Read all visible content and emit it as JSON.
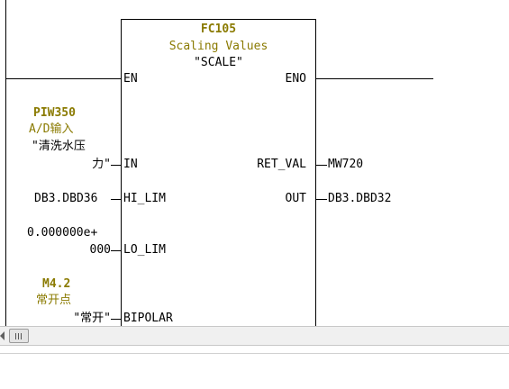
{
  "block": {
    "number": "FC105",
    "title": "Scaling Values",
    "symbol": "\"SCALE\""
  },
  "pins": {
    "en": "EN",
    "eno": "ENO",
    "in": "IN",
    "hi_lim": "HI_LIM",
    "lo_lim": "LO_LIM",
    "bipolar": "BIPOLAR",
    "ret_val": "RET_VAL",
    "out": "OUT"
  },
  "params": {
    "in_address": "PIW350",
    "in_comment": "A/D输入",
    "in_symbol_line1": "\"清洗水压",
    "in_symbol_line2": "力\"",
    "hi_lim_value": "DB3.DBD36",
    "lo_lim_value_line1": "0.000000e+",
    "lo_lim_value_line2": "000",
    "bipolar_address": "M4.2",
    "bipolar_comment": "常开点",
    "bipolar_symbol": "\"常开\"",
    "ret_val_value": "MW720",
    "out_value": "DB3.DBD32"
  },
  "colors": {
    "address": "#8a7a00",
    "text": "#000000",
    "scrollbar": "#f0f0f0"
  },
  "scrollbar": {
    "left_arrow_icon": "triangle-left-icon",
    "thumb_icon": "grip-icon"
  }
}
